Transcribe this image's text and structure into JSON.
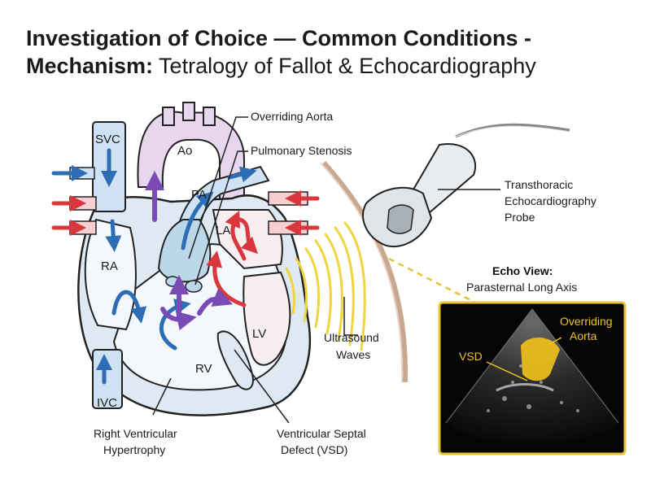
{
  "title": {
    "line1": "Investigation of Choice — Common Conditions -",
    "line2_bold": "Mechanism:",
    "line2_rest": " Tetralogy of Fallot & Echocardiography"
  },
  "heart_labels": {
    "svc": "SVC",
    "ivc": "IVC",
    "ao": "Ao",
    "pa": "PA",
    "la": "LA",
    "ra": "RA",
    "lv": "LV",
    "rv": "RV"
  },
  "callouts": {
    "overriding_aorta": "Overriding Aorta",
    "pulmonary_stenosis": "Pulmonary Stenosis",
    "probe": [
      "Transthoracic",
      "Echocardiography",
      "Probe"
    ],
    "ultrasound": [
      "Ultrasound",
      "Waves"
    ],
    "rvh": [
      "Right Ventricular",
      "Hypertrophy"
    ],
    "vsd": [
      "Ventricular Septal",
      "Defect (VSD)"
    ]
  },
  "echo": {
    "heading": "Echo View:",
    "subheading": "Parasternal Long Axis",
    "overriding_aorta": [
      "Overriding",
      "Aorta"
    ],
    "vsd": "VSD"
  },
  "colors": {
    "deoxygenated": "#3b78c2",
    "oxygenated": "#d9363e",
    "mixed": "#7a4bb5",
    "ultrasound": "#f0d440",
    "echo_frame": "#e8c33a"
  }
}
